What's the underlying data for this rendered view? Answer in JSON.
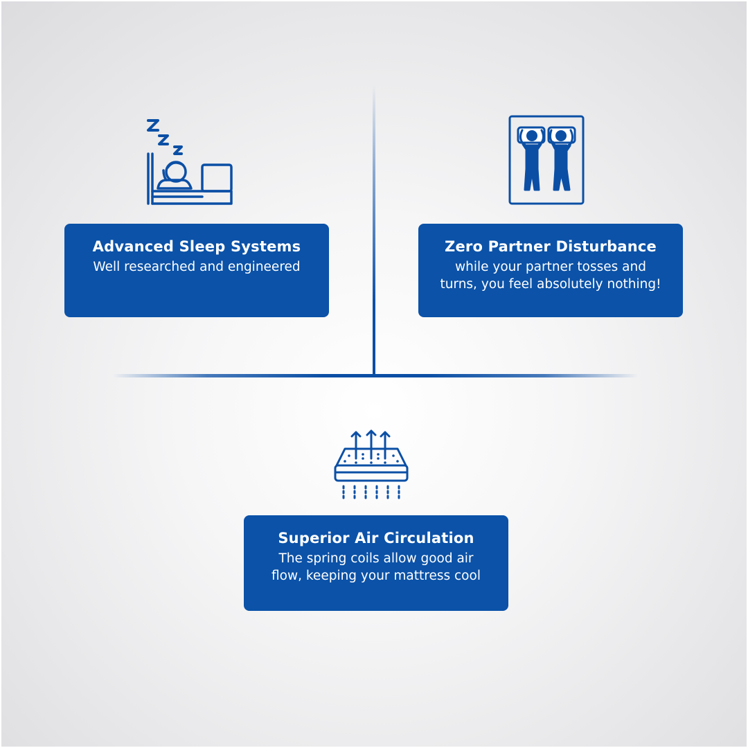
{
  "features": [
    {
      "icon": "sleeping-person-icon",
      "title": "Advanced Sleep Systems",
      "description_lines": [
        "Well researched and engineered"
      ]
    },
    {
      "icon": "partners-in-bed-icon",
      "title": "Zero Partner Disturbance",
      "description_lines": [
        "while your partner tosses and",
        "turns, you feel absolutely nothing!"
      ]
    },
    {
      "icon": "mattress-airflow-icon",
      "title": "Superior Air Circulation",
      "description_lines": [
        "The spring coils allow good air",
        "flow, keeping your mattress cool"
      ]
    }
  ],
  "colors": {
    "primary_blue": "#0b52a8",
    "icon_blue": "#0b4fa5",
    "text_on_blue": "#ffffff"
  }
}
